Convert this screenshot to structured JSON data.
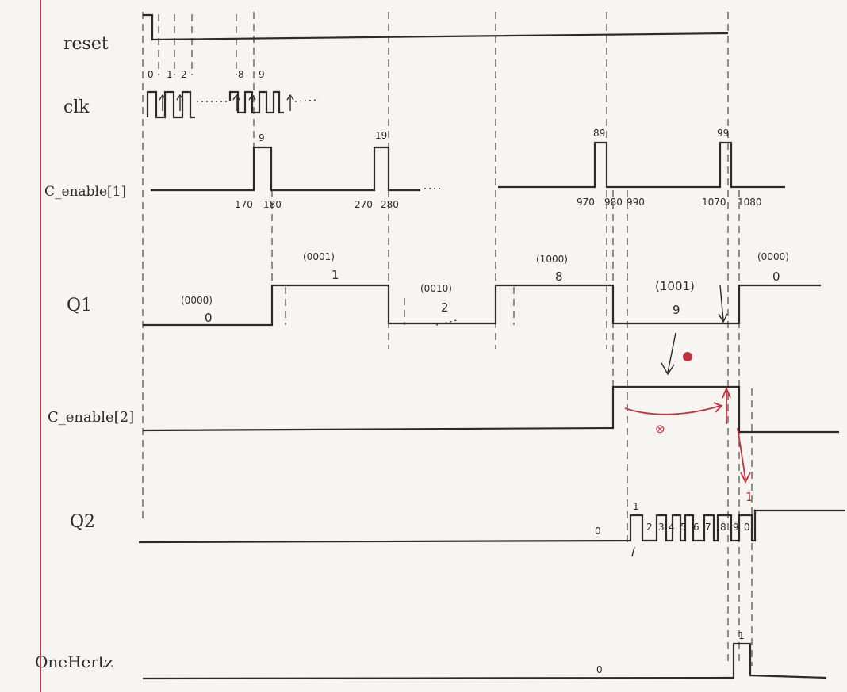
{
  "signals": {
    "reset": "reset",
    "clk": "clk",
    "c_enable_1": "C_enable[1]",
    "q1": "Q1",
    "c_enable_2": "C_enable[2]",
    "q2": "Q2",
    "one_hertz": "OneHertz"
  },
  "clk_ticks": [
    "0",
    "1",
    "2",
    "8",
    "9"
  ],
  "c_enable_1_pulse_labels": [
    "9",
    "19",
    "89",
    "99"
  ],
  "c_enable_1_times": [
    "170",
    "180",
    "270",
    "280",
    "970",
    "980",
    "990",
    "1070",
    "1080"
  ],
  "q1_states": [
    {
      "code": "(0000)",
      "value": "0"
    },
    {
      "code": "(0001)",
      "value": "1"
    },
    {
      "code": "(0010)",
      "value": "2"
    },
    {
      "code": "(1000)",
      "value": "8"
    },
    {
      "code": "(1001)",
      "value": "9"
    },
    {
      "code": "(0000)",
      "value": "0"
    }
  ],
  "q2_values": [
    "0",
    "1",
    "2",
    "3",
    "4",
    "5",
    "6",
    "7",
    "8",
    "9",
    "0"
  ],
  "annotations": {
    "c_enable_2_mark": "⊗",
    "q2_edge_mark": "1",
    "one_hertz_low": "0",
    "one_hertz_high": "1"
  },
  "colors": {
    "ink": "#2b2b2b",
    "red_ink": "#c0333d",
    "paper": "#f7f5f2"
  }
}
